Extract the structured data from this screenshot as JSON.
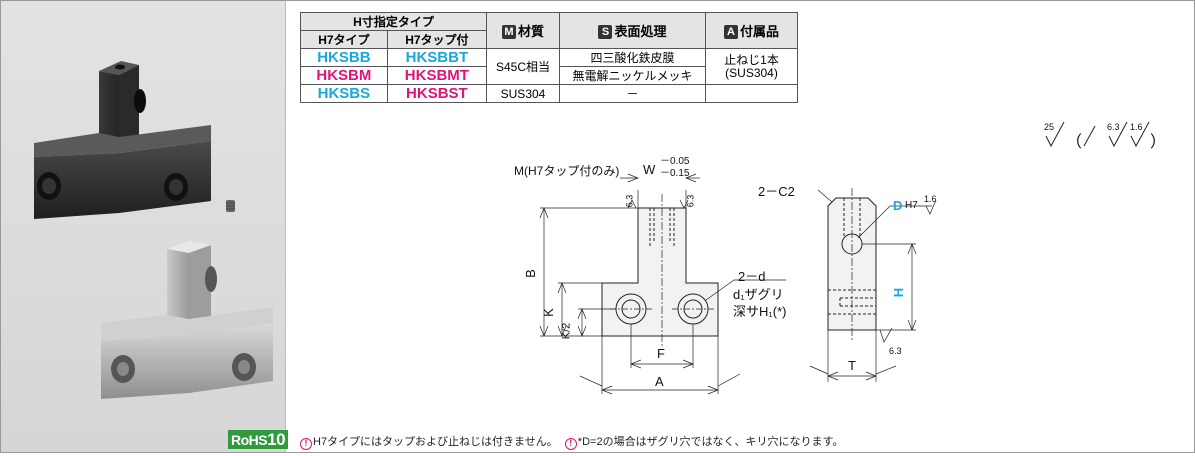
{
  "badge": {
    "rohs": "RoHS",
    "rohs_num": "10"
  },
  "table": {
    "h_group": "H寸指定タイプ",
    "h7": "H7タイプ",
    "h7_tap": "H7タップ付",
    "material_icon": "M",
    "material": "材質",
    "surface_icon": "S",
    "surface": "表面処理",
    "accessory_icon": "A",
    "accessory": "付属品",
    "rows": [
      {
        "h7": "HKSBB",
        "h7_tap": "HKSBBT",
        "h7_color": "#17a9dc",
        "tap_color": "#17a9dc"
      },
      {
        "h7": "HKSBM",
        "h7_tap": "HKSBMT",
        "h7_color": "#e2127a",
        "tap_color": "#e2127a"
      },
      {
        "h7": "HKSBS",
        "h7_tap": "HKSBST",
        "h7_color": "#17a9dc",
        "tap_color": "#e2127a"
      }
    ],
    "material_s45c": "S45C相当",
    "material_sus": "SUS304",
    "surface_1": "四三酸化鉄皮膜",
    "surface_2": "無電解ニッケルメッキ",
    "surface_3": "－",
    "accessory_1": "止ねじ1本",
    "accessory_2": "(SUS304)"
  },
  "roughness": {
    "main": "25",
    "open": "（",
    "r1": "6.3",
    "r2": "1.6",
    "close": "）"
  },
  "drawing": {
    "m_label": "M(H7タップ付のみ)",
    "w_label": "W",
    "w_tol_upper": "－0.05",
    "w_tol_lower": "－0.15",
    "r63": "6.3",
    "b_label": "B",
    "k_label": "K",
    "k2_label": "K/2",
    "f_label": "F",
    "a_label": "A",
    "twod_label": "2－d",
    "d1_label": "d₁ザグリ",
    "depth_label": "深サH₁(*)",
    "c2_label": "2－C2",
    "d_label": "D",
    "h7_label": "H7",
    "r16": "1.6",
    "h_label": "H",
    "t_label": "T"
  },
  "notes": {
    "note1": "H7タイプにはタップおよび止ねじは付きません。",
    "note2": "*D=2の場合はザグリ穴ではなく、キリ穴になります。"
  }
}
